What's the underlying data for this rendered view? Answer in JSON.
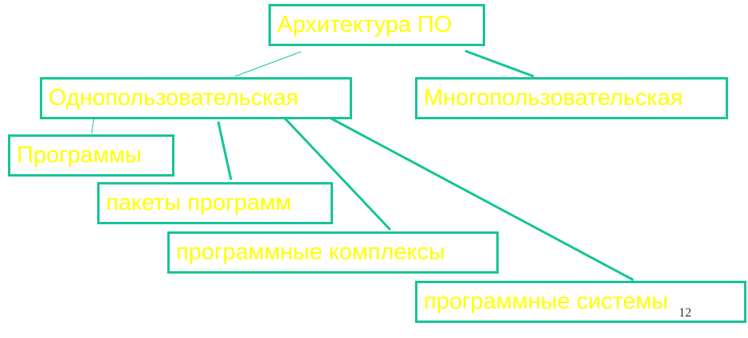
{
  "diagram": {
    "nodes": {
      "root": "Архитектура ПО",
      "single_user": "Однопользовательская",
      "multi_user": "Многопользовательская",
      "programs": "Программы",
      "program_packages": "пакеты программ",
      "program_complexes": "программные комплексы",
      "program_systems": "программные системы"
    },
    "edges": [
      {
        "from": "root",
        "to": "single_user"
      },
      {
        "from": "root",
        "to": "multi_user"
      },
      {
        "from": "single_user",
        "to": "programs"
      },
      {
        "from": "single_user",
        "to": "program_packages"
      },
      {
        "from": "single_user",
        "to": "program_complexes"
      },
      {
        "from": "single_user",
        "to": "program_systems"
      }
    ]
  },
  "page_number": "12",
  "colors": {
    "box_border": "#15c496",
    "connector": "#15c496",
    "text": "#ffff00",
    "background": "#ffffff"
  }
}
